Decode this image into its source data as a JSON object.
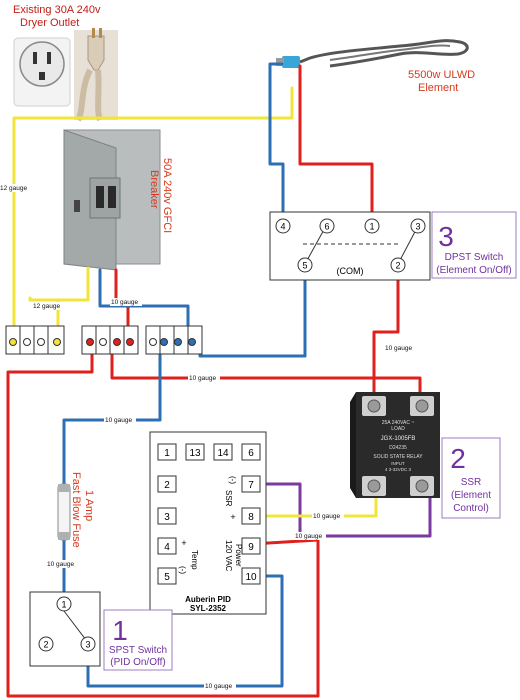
{
  "title_labels": {
    "outlet": [
      "Existing 30A 240v",
      "Dryer Outlet"
    ],
    "element": [
      "5500w ULWD",
      "Element"
    ],
    "breaker": [
      "50A 240v GFCI",
      "Breaker"
    ],
    "fuse": [
      "1 Amp",
      "Fast Blow Fuse"
    ]
  },
  "wire_labels": {
    "g12_left": "12 gauge",
    "g12_bottom": "12 gauge",
    "g10_breaker": "10 gauge",
    "g10_dpst": "10 gauge",
    "g10_ssr_top": "10 gauge",
    "g10_fuse": "10 gauge",
    "g10_fuse_bottom": "10 gauge",
    "g10_ssr_in1": "10 gauge",
    "g10_ssr_in2": "10 gauge",
    "g10_bottom": "10 gauge"
  },
  "dpst": {
    "terminals": [
      "4",
      "6",
      "1",
      "3",
      "5",
      "2"
    ],
    "com_label": "(COM)",
    "number": "3",
    "caption": [
      "DPST Switch",
      "(Element On/Off)"
    ]
  },
  "ssr": {
    "number": "2",
    "caption": [
      "SSR",
      "(Element",
      "Control)"
    ],
    "face": [
      "25A 240VAC ~",
      "LOAD",
      "JGX-1005FB",
      "D24235",
      "SOLID STATE RELAY",
      "INPUT",
      "4  3-32VDC  3"
    ]
  },
  "pid": {
    "terminals": [
      "1",
      "13",
      "14",
      "6",
      "2",
      "7",
      "3",
      "8",
      "4",
      "9",
      "5",
      "10"
    ],
    "ssr_label": "SSR",
    "ssr_minus": "(-)",
    "ssr_plus": "+",
    "temp_label": "Temp",
    "temp_plus": "+",
    "temp_minus": "(-)",
    "power_label": "Power",
    "power_volt": "120 VAC",
    "name": [
      "Auberin PID",
      "SYL-2352"
    ]
  },
  "spst": {
    "terminals": [
      "1",
      "2",
      "3"
    ],
    "number": "1",
    "caption": [
      "SPST Switch",
      "(PID On/Off)"
    ]
  },
  "colors": {
    "red": "#e0201c",
    "blue": "#2d6fb5",
    "yellow": "#f1e43a",
    "purple": "#7a3aa0",
    "label_purple": "#7030a0",
    "label_red": "#d63a1e",
    "callout_border": "#9c7cc4"
  }
}
